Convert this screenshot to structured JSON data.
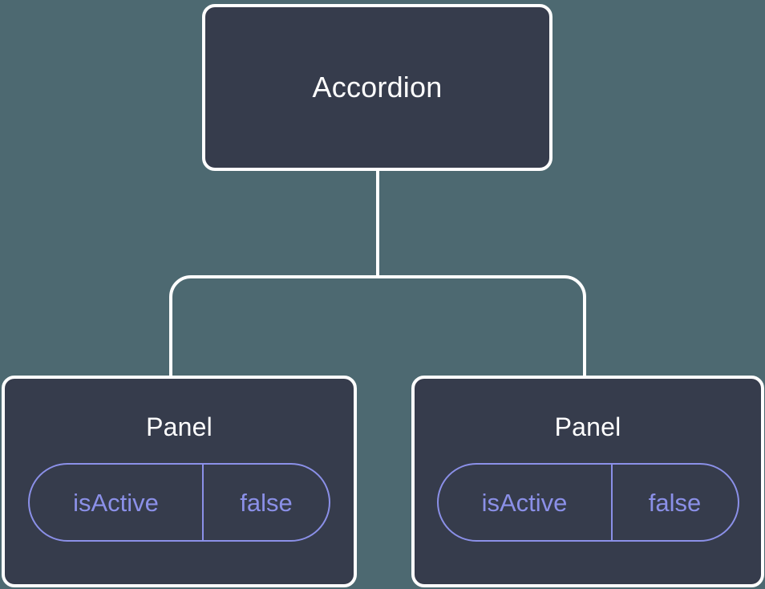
{
  "theme": {
    "background": "#4d6971",
    "node_fill": "#363c4c",
    "node_border": "#ffffff",
    "edge_color": "#ffffff",
    "title_color": "#ffffff",
    "prop_color": "#8b90e8"
  },
  "tree": {
    "root": {
      "title": "Accordion"
    },
    "children": [
      {
        "title": "Panel",
        "props": [
          {
            "key": "isActive",
            "value": "false"
          }
        ]
      },
      {
        "title": "Panel",
        "props": [
          {
            "key": "isActive",
            "value": "false"
          }
        ]
      }
    ]
  }
}
